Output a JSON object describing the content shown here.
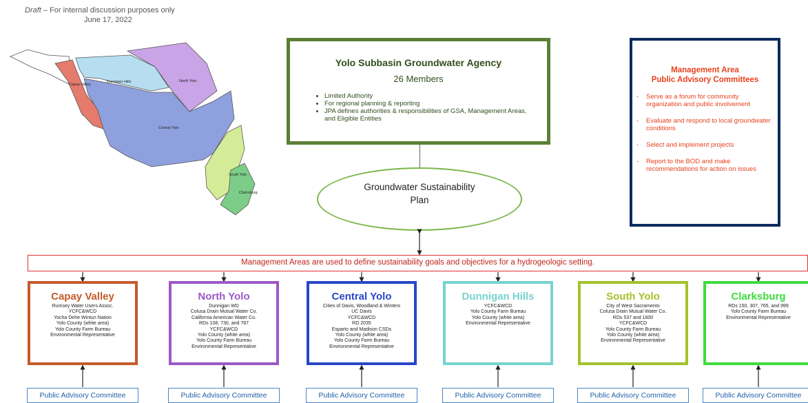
{
  "header": {
    "draft_word": "Draft",
    "draft_note": " – For internal discussion purposes only",
    "date": "June 17, 2022"
  },
  "map": {
    "labels": [
      "Capay Valley",
      "Dunnigan Hills",
      "North Yolo",
      "Central Yolo",
      "South Yolo",
      "Clarksburg"
    ]
  },
  "gsa": {
    "title": "Yolo Subbasin Groundwater Agency",
    "members": "26 Members",
    "bullets": [
      "Limited Authority",
      "For regional planning & reporting",
      "JPA defines authorities & responsibilities of GSA, Management Areas, and Eligible Entities"
    ]
  },
  "gsp": {
    "line1": "Groundwater Sustainability",
    "line2": "Plan"
  },
  "pac": {
    "title_line1": "Management Area",
    "title_line2": "Public Advisory Committees",
    "items": [
      "Serve as a forum for community organization and public involvement",
      "Evaluate and respond to local groundwater conditions",
      "Select and implement projects",
      "Report to the BOD and make recommendations for action on issues"
    ]
  },
  "management_bar": "Management Areas are used to define sustainability goals and objectives for a hydrogeologic setting.",
  "areas": [
    {
      "name": "Capay Valley",
      "color": "#c55a2b",
      "members": [
        "Rumsey Water Users Assoc.",
        "YCFC&WCD",
        "Yocha Dehe Wintun Nation",
        "Yolo County (white area)",
        "Yolo County Farm Bureau",
        "Environmental Representative"
      ]
    },
    {
      "name": "North Yolo",
      "color": "#9b59c6",
      "members": [
        "Dunnigan WD",
        "Colusa Drain Mutual Water Co.",
        "California American Water Co.",
        "RDs 108, 730, and 787",
        "YCFC&WCD",
        "Yolo County (white area)",
        "Yolo County Farm Bureau",
        "Environmental Representative"
      ]
    },
    {
      "name": "Central Yolo",
      "color": "#2746c7",
      "members": [
        "Cities of Davis, Woodland & Winters",
        "UC Davis",
        "YCFC&WCD",
        "RD 2035",
        "Esparto and Madison CSDs",
        "Yolo County (white area)",
        "Yolo County Farm Bureau",
        "Environmental Representative"
      ]
    },
    {
      "name": "Dunnigan Hills",
      "color": "#76d3d0",
      "members": [
        "YCFC&WCD",
        "Yolo County Farm Bureau",
        "Yolo County (white area)",
        "Environmental Representative"
      ]
    },
    {
      "name": "South Yolo",
      "color": "#a4c22b",
      "members": [
        "City of West Sacramento",
        "Colusa Drain Mutual Water Co.",
        "RDs 537 and 1600",
        "YCFC&WCD",
        "Yolo County Farm Bureau",
        "Yolo County (white area)",
        "Environmental Representative"
      ]
    },
    {
      "name": "Clarksburg",
      "color": "#3ddc3d",
      "members": [
        "RDs 150, 307, 765, and 999",
        "Yolo County Farm Bureau",
        "Environmental Representative"
      ]
    }
  ],
  "pac_button_label": "Public Advisory Committee"
}
